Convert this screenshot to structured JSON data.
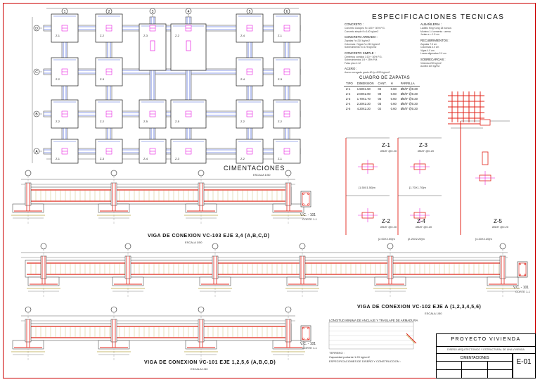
{
  "plan": {
    "title": "CIMENTACIONES",
    "scale": "ESCALA 1/50",
    "axes_numbers": [
      "1",
      "2",
      "3",
      "4",
      "5",
      "6"
    ],
    "axes_letters": [
      "A",
      "B",
      "C",
      "D"
    ],
    "zapata_labels": [
      "Z-1",
      "Z-2",
      "Z-3",
      "Z-2",
      "Z-4",
      "Z-1",
      "Z-2",
      "Z-3",
      "Z-4",
      "Z-3",
      "Z-2",
      "Z-2",
      "Z-5",
      "Z-5",
      "Z-2",
      "Z-2",
      "Z-1",
      "Z-3",
      "Z-4",
      "Z-3",
      "Z-2",
      "Z-1"
    ]
  },
  "specs": {
    "heading": "ESPECIFICACIONES TECNICAS",
    "col1": [
      {
        "head": "CONCRETO :",
        "lines": [
          "Concreto Ciclopeo f'c=100 + 30% P.G.",
          "Concreto simple f'c=140 kg/cm2"
        ]
      },
      {
        "head": "CONCRETO ARMADO :",
        "lines": [
          "Zapatas                f'c=210 kg/cm2",
          "Columnas / Vigas         f'c=210 kg/cm2",
          "Sobrecimiento            f'c=175 kg/cm2"
        ]
      },
      {
        "head": "CONCRETO SIMPLE :",
        "lines": [
          "Cimientos corridos   1:10 + 30% P.G.",
          "Sobrecimientos       1:8 + 25% P.M.",
          "Falso piso                 1:12"
        ]
      },
      {
        "head": "ACERO :",
        "lines": [
          "Acero corrugado grado 60 fy=4200 kg/cm2"
        ]
      }
    ],
    "col2": [
      {
        "head": "ALBAÑILERIA :",
        "lines": [
          "Ladrillo King Kong 18 huecos",
          "Mortero 1:4 cemento : arena",
          "Juntas e = 1.5 cm"
        ]
      },
      {
        "head": "RECUBRIMIENTOS :",
        "lines": [
          "Zapatas              7.5 cm",
          "Columnas             4.0 cm",
          "Vigas                4.0 cm",
          "Losas aligeradas     2.0 cm"
        ]
      },
      {
        "head": "SOBRECARGAS :",
        "lines": [
          "Vivienda        200 kg/m2",
          "Azotea          100 kg/m2"
        ]
      }
    ]
  },
  "zapatas_table": {
    "title": "CUADRO DE ZAPATAS",
    "headers": [
      "TIPO",
      "DIMENSION",
      "CANT.",
      "H",
      "PARRILLA"
    ],
    "rows": [
      [
        "Z-1",
        "1.50X1.50",
        "04",
        "0.60",
        "Ø5/8\" @0.20"
      ],
      [
        "Z-2",
        "2.00X2.00",
        "08",
        "0.60",
        "Ø5/8\" @0.20"
      ],
      [
        "Z-3",
        "1.70X1.70",
        "05",
        "0.60",
        "Ø5/8\" @0.20"
      ],
      [
        "Z-4",
        "2.20X2.20",
        "03",
        "0.60",
        "Ø5/8\" @0.20"
      ],
      [
        "Z-5",
        "4.20X2.20",
        "02",
        "0.60",
        "Ø5/8\" @0.20"
      ]
    ]
  },
  "details": {
    "z1": "Z-1",
    "z2": "Z-2",
    "z3": "Z-3",
    "z4": "Z-4",
    "z5": "Z-5",
    "dim1": "[1.50X1.50]m",
    "dim2": "[2.00X2.00]m",
    "dim3": "[1.70X1.70]m",
    "dim4": "[2.20X2.20]m",
    "dim5": "[4.20X2.20]m",
    "bar": "Ø5/8\" @0.20"
  },
  "beams": {
    "b1": {
      "title": "VIGA DE CONEXION VC-103 EJE 3,4 (A,B,C,D)",
      "scale": "ESCALA 1/50"
    },
    "b2": {
      "title": "VIGA DE CONEXION VC-102 EJE A (1,2,3,4,5,6)",
      "scale": "ESCALA 1/50"
    },
    "b3": {
      "title": "VIGA DE CONEXION VC-101 EJE 1,2,5,6 (A,B,C,D)",
      "scale": "ESCALA 1/50"
    },
    "section_label": "V.C. - 101",
    "section_sub": "CORTE 1-1"
  },
  "notes": {
    "title": "LONGITUD MINIMA DE ANCLAJE Y TRASLAPE DE ARMADURA",
    "head2": "TERRENO :",
    "line2": "Capacidad portante 1.20 kg/cm2",
    "head3": "ESPECIFICACIONES DE DISEÑO Y CONSTRUCCION :"
  },
  "titleblock": {
    "project": "PROYECTO VIVIENDA",
    "subtitle": "DISEÑO ARQUITECTONICO Y ESTRUCTURAL DE UNA VIVIENDA",
    "sheet_name": "CIMENTACIONES",
    "sheet_no": "E-01"
  },
  "colors": {
    "red": "#e2231a",
    "blue": "#1f3fd1",
    "magenta": "#e81fe0",
    "olive": "#b9a540",
    "gray": "#555555"
  }
}
